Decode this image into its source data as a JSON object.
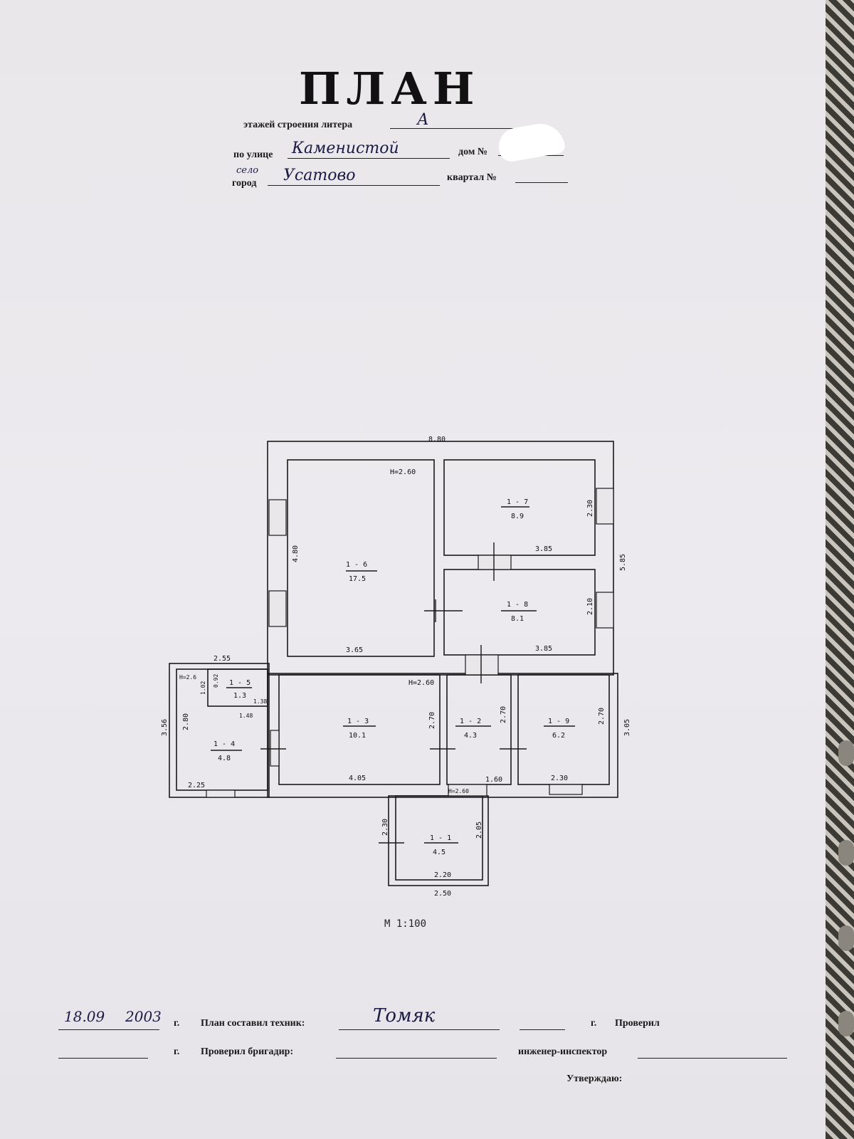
{
  "header": {
    "title": "ПЛАН",
    "line1_label": "этажей строения литера",
    "liter_value": "А",
    "street_label": "по улице",
    "street_value": "Каменистой",
    "house_label": "дом №",
    "city_label_handwritten": "село",
    "city_label": "город",
    "city_value": "Усатово",
    "block_label": "квартал №"
  },
  "plan": {
    "dims": {
      "top": "8.80",
      "right": "5.85",
      "right2": "3.05",
      "r16_left": "4.80",
      "r16_bottom": "3.65",
      "r16_h": "Н=2.60",
      "r17_right": "2.30",
      "r17_bottom": "3.85",
      "r18_right": "2.10",
      "r18_bottom": "3.85",
      "r13_right": "2.70",
      "r13_bottom": "4.05",
      "r13_h": "Н=2.60",
      "r12_right": "2.70",
      "r12_bottom": "1.60",
      "r19_right": "2.70",
      "r19_bottom": "2.30",
      "r14_left": "2.80",
      "r14_bottom": "2.25",
      "ext_left": "3.56",
      "ext_top": "2.55",
      "r15_h": "Н=2.6",
      "r15_a": "1.02",
      "r15_b": "0.92",
      "r15_c": "1.38",
      "r15_d": "1.48",
      "r11_left": "2.30",
      "r11_right": "2.05",
      "r11_bottom": "2.20",
      "r11_ext": "2.50",
      "r11_h": "Н=2.60"
    },
    "rooms": [
      {
        "id": "1 - 6",
        "area": "17.5"
      },
      {
        "id": "1 - 7",
        "area": "8.9"
      },
      {
        "id": "1 - 8",
        "area": "8.1"
      },
      {
        "id": "1 - 5",
        "area": "1.3"
      },
      {
        "id": "1 - 4",
        "area": "4.8"
      },
      {
        "id": "1 - 3",
        "area": "10.1"
      },
      {
        "id": "1 - 2",
        "area": "4.3"
      },
      {
        "id": "1 - 9",
        "area": "6.2"
      },
      {
        "id": "1 - 1",
        "area": "4.5"
      }
    ]
  },
  "scale": "М 1:100",
  "footer": {
    "date_value": "18.09",
    "year_value": "2003",
    "year_suffix": "г.",
    "composed_label": "План составил техник:",
    "technician_value": "Томяк",
    "year_suffix2": "г.",
    "checked_label": "Проверил",
    "year_suffix3": "г.",
    "foreman_label": "Проверил бригадир:",
    "inspector_label": "инженер-инспектор",
    "approve_label": "Утверждаю:"
  }
}
